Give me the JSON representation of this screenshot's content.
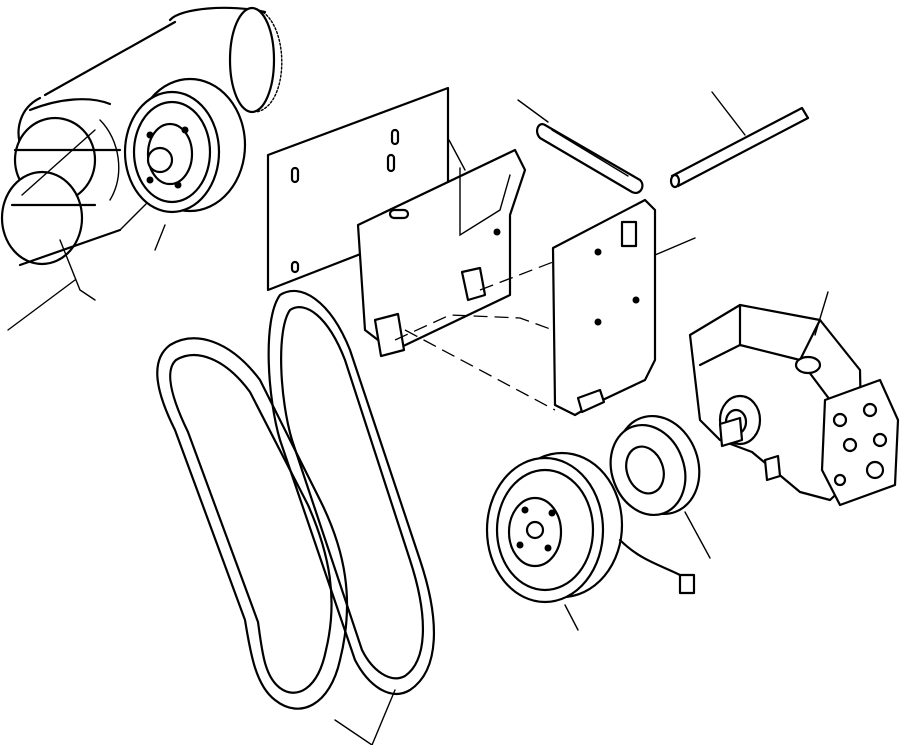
{
  "diagram": {
    "parts": [
      {
        "id": "crankshaft-pulley",
        "icon": "pulley-icon"
      },
      {
        "id": "mounting-plate",
        "icon": "plate-icon"
      },
      {
        "id": "adjusting-bracket",
        "icon": "bracket-icon"
      },
      {
        "id": "adjusting-link",
        "icon": "link-icon"
      },
      {
        "id": "pivot-rod",
        "icon": "rod-icon"
      },
      {
        "id": "compressor-bracket",
        "icon": "bracket-icon"
      },
      {
        "id": "compressor",
        "icon": "compressor-icon"
      },
      {
        "id": "clutch-coil",
        "icon": "coil-icon"
      },
      {
        "id": "clutch-pulley",
        "icon": "pulley-icon"
      },
      {
        "id": "v-belts",
        "icon": "belt-icon"
      }
    ]
  }
}
